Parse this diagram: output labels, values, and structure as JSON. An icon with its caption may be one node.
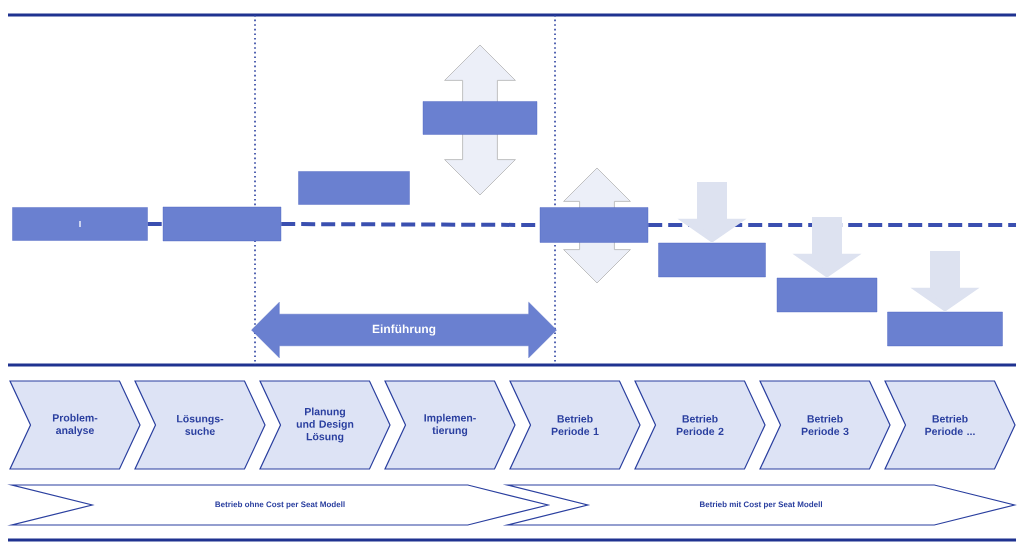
{
  "diagram": {
    "nodes": [
      {
        "text": [
          "I"
        ]
      },
      {
        "text": [],
        "shape": "box"
      },
      {
        "text": [],
        "shape": "box"
      },
      {
        "text": [],
        "shape": "box"
      },
      {
        "text": [],
        "shape": "box"
      },
      {
        "text": [],
        "shape": "box"
      },
      {
        "text": [],
        "shape": "box"
      },
      {
        "text": [],
        "shape": "box"
      },
      {
        "text": [
          "Einführung"
        ]
      },
      {
        "text": [
          "Problem- analyse"
        ]
      },
      {
        "text": [
          "Lösungs- suche"
        ]
      },
      {
        "text": [
          "Planung und Design Lösung"
        ]
      },
      {
        "text": [
          "Implemen- tierung"
        ]
      },
      {
        "text": [
          "Betrieb Periode 1"
        ]
      },
      {
        "text": [
          "Betrieb Periode 2"
        ]
      },
      {
        "text": [
          "Betrieb Periode 3"
        ]
      },
      {
        "text": [
          "Betrieb Periode ..."
        ]
      },
      {
        "text": [
          "Betrieb ohne Cost per Seat Modell"
        ]
      },
      {
        "text": [
          "Betrieb mit Cost per Seat Modell"
        ]
      }
    ],
    "edges": [
      {
        "from": 0,
        "to": 1,
        "arrow": "none",
        "style": "dashed"
      },
      {
        "from": 1,
        "to": 4,
        "arrow": "none",
        "style": "dashed"
      },
      {
        "from": 4,
        "to": null,
        "arrow": "none",
        "style": "dashed"
      },
      {
        "from": null,
        "to": 5,
        "arrow": "to",
        "style": "thick",
        "color": "#dde2f0"
      },
      {
        "from": null,
        "to": 6,
        "arrow": "to",
        "style": "thick",
        "color": "#dde2f0"
      },
      {
        "from": null,
        "to": 7,
        "arrow": "to",
        "style": "thick",
        "color": "#dde2f0"
      }
    ]
  }
}
